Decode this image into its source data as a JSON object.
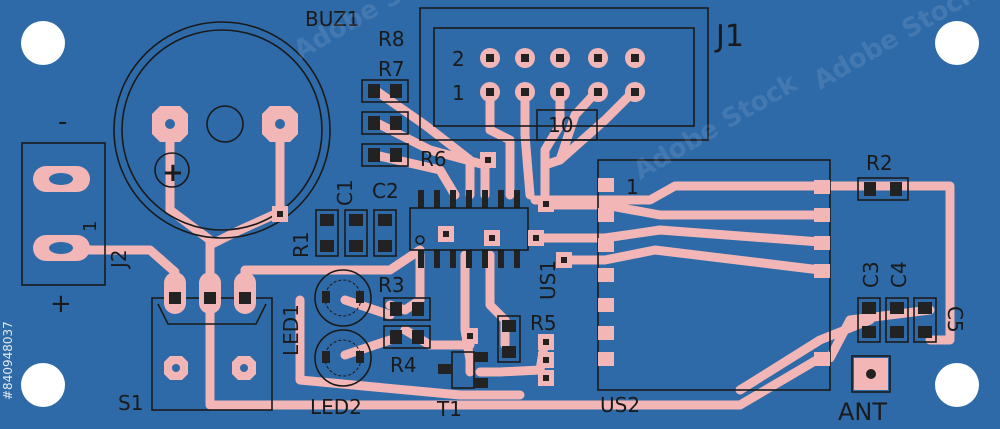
{
  "colors": {
    "board": "#2e6aa7",
    "copper": "#f2b6b6",
    "silkscreen": "#1a1a1a",
    "hole": "#ffffff",
    "pad_dark": "#222222"
  },
  "labels": {
    "buz1": "BUZ1",
    "j1": "J1",
    "j1_pin_2": "2",
    "j1_pin_1": "1",
    "j1_pin_10": "10",
    "r8": "R8",
    "r7": "R7",
    "r6": "R6",
    "r1": "R1",
    "c1": "C1",
    "c2": "C2",
    "r3": "R3",
    "r4": "R4",
    "r5": "R5",
    "r2": "R2",
    "c3": "C3",
    "c4": "C4",
    "c5": "C5",
    "us1": "US1",
    "us2": "US2",
    "us2_pin_1": "1",
    "led1": "LED1",
    "led2": "LED2",
    "t1": "T1",
    "s1": "S1",
    "j2": "J2",
    "j2_pin_1": "1",
    "minus": "-",
    "plus": "+",
    "buzzer_plus": "+",
    "ant": "ANT"
  },
  "watermark": {
    "brand": "Adobe Stock",
    "id": "#840948037"
  }
}
